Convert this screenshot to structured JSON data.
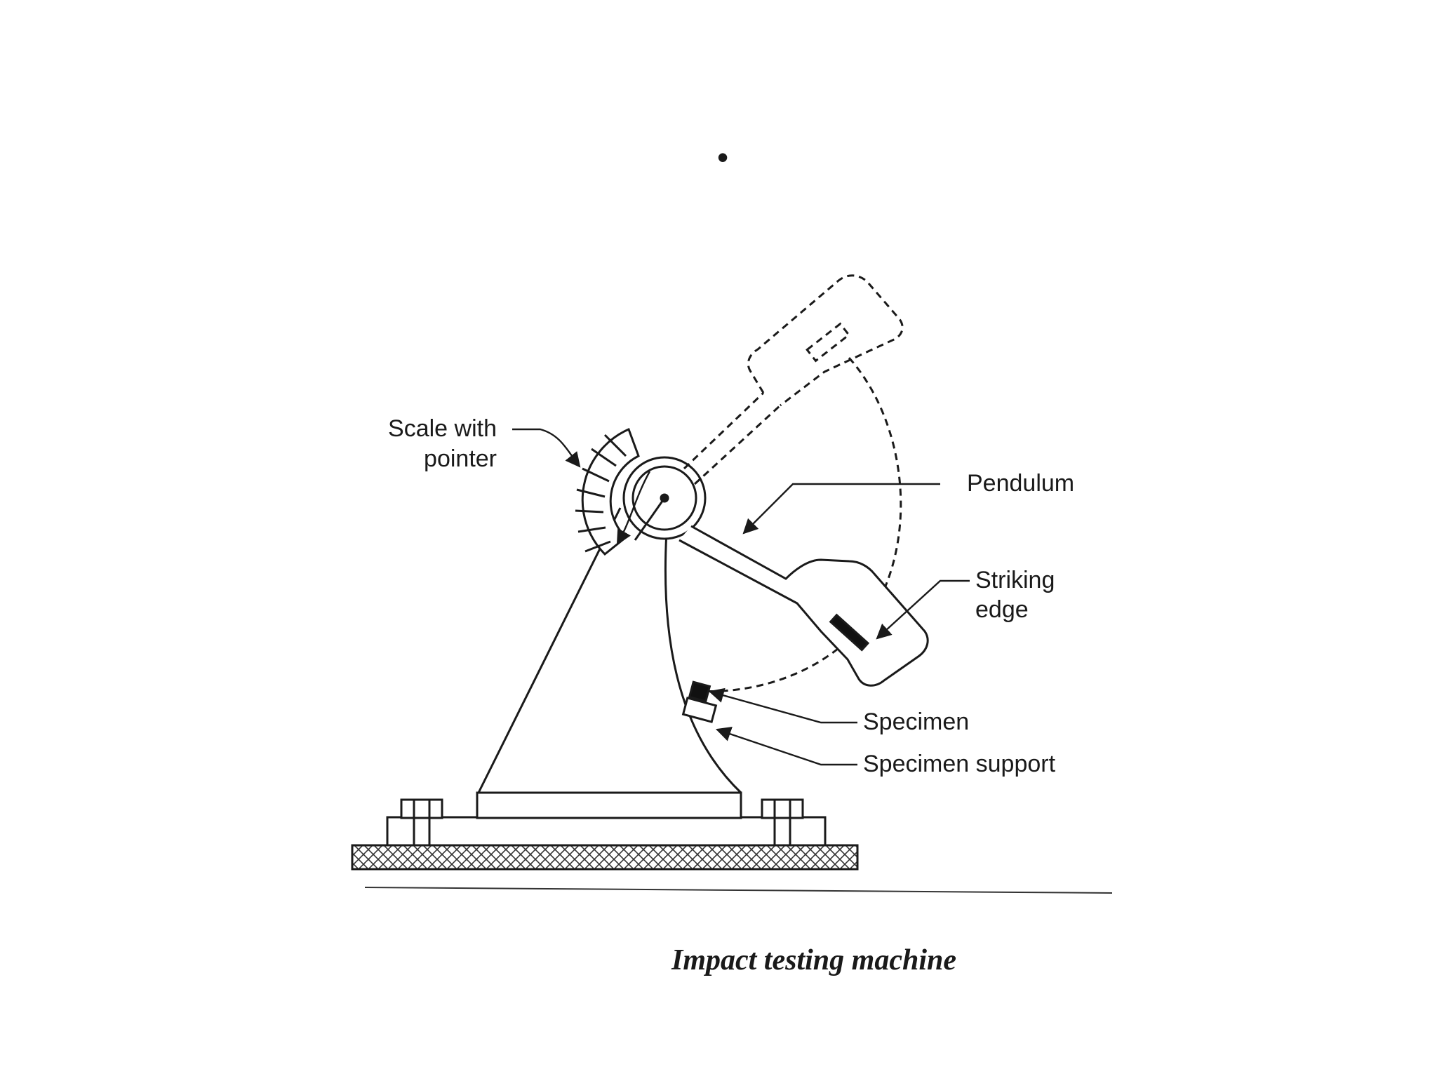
{
  "slide": {
    "bullet": "•",
    "caption": "Impact testing machine"
  },
  "labels": {
    "scale": [
      "Scale with",
      "pointer"
    ],
    "pendulum": "Pendulum",
    "striking_edge": [
      "Striking",
      "edge"
    ],
    "specimen": "Specimen",
    "specimen_support": "Specimen support"
  },
  "colors": {
    "ink": "#1a1a1a",
    "background": "#ffffff"
  }
}
